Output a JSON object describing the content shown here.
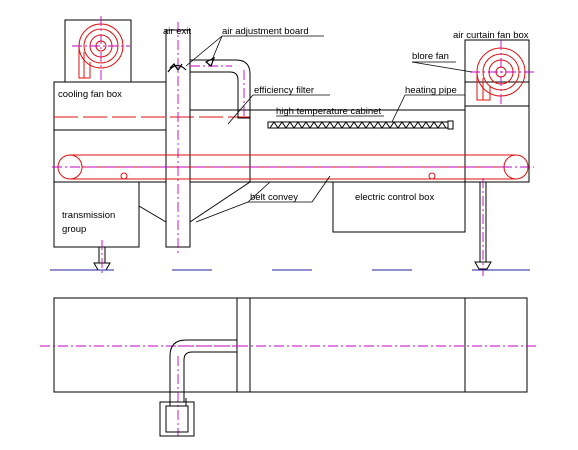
{
  "labels": {
    "air_exit": "air exit",
    "air_adjustment_board": "air adjustment board",
    "air_curtain_fan_box": "air curtain fan box",
    "blore_fan": "blore fan",
    "cooling_fan_box": "cooling fan box",
    "efficiency_filter": "efficiency filter",
    "heating_pipe": "heating pipe",
    "high_temperature_cabinet": "high temperature cabinet",
    "belt_convey": "belt convey",
    "electric_control_box": "electric control box",
    "transmission": "transmission",
    "group": "group"
  },
  "colors": {
    "outline": "#000000",
    "belt": "#e01010",
    "centerline": "#c000c0",
    "ground": "#2020a0",
    "background": "#ffffff"
  }
}
